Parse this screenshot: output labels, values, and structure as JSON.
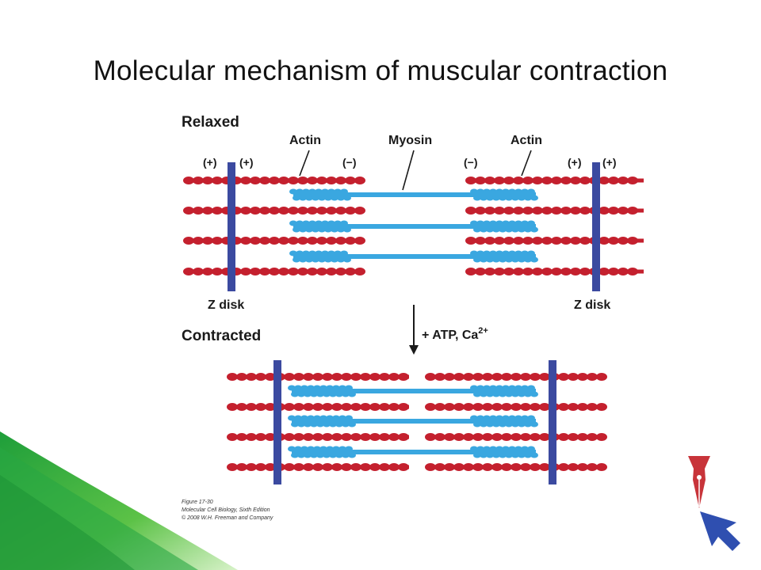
{
  "slide": {
    "title": "Molecular mechanism of muscular contraction"
  },
  "figure": {
    "relaxed_label": "Relaxed",
    "contracted_label": "Contracted",
    "actin_label": "Actin",
    "myosin_label": "Myosin",
    "plus_label": "(+)",
    "minus_label": "(−)",
    "z_disk_label": "Z disk",
    "arrow_label_prefix": "+ ATP, Ca",
    "arrow_label_superscript": "2+",
    "caption_line1": "Figure 17-30",
    "caption_line2": "Molecular Cell Biology, Sixth Edition",
    "caption_line3": "© 2008 W.H. Freeman and Company"
  },
  "colors": {
    "actin": "#c4202e",
    "myosin": "#3aa7e0",
    "z_disk": "#3b4aa0",
    "accent_green": "#2db34a",
    "pen_red": "#c8343a",
    "cursor_blue": "#2f4fb0"
  }
}
